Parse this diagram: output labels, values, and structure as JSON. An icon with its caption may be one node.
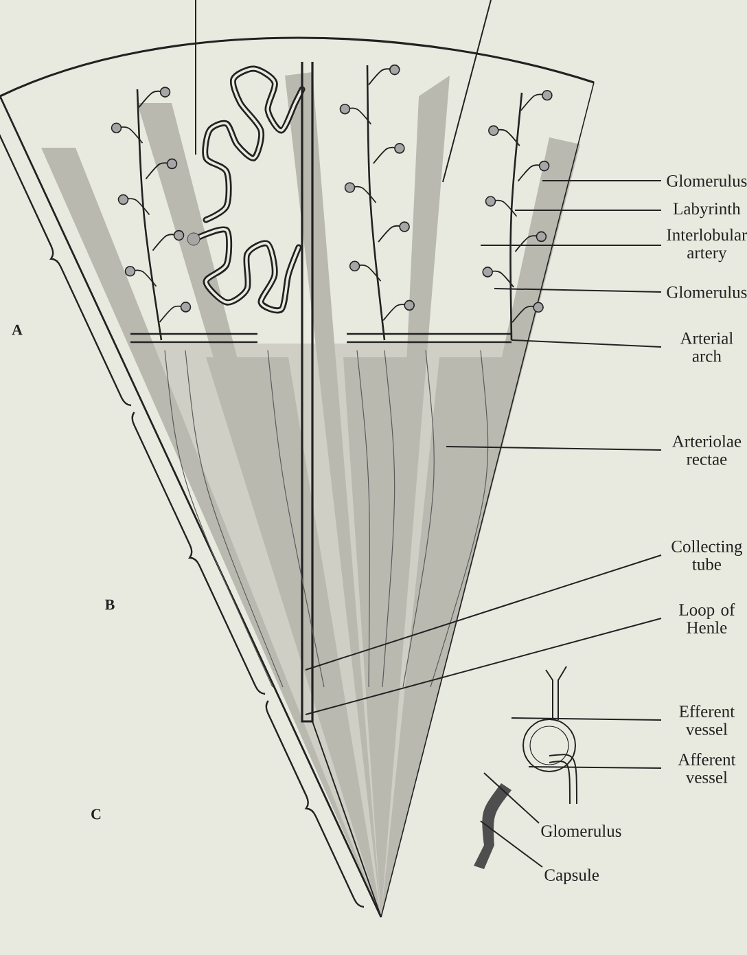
{
  "diagram": {
    "nodes": [
      {
        "text": [
          "Glomerulus"
        ]
      },
      {
        "text": [
          "Labyrinth"
        ]
      },
      {
        "text": [
          "Interlobular artery"
        ]
      },
      {
        "text": [
          "Glomerulus"
        ]
      },
      {
        "text": [
          "Arterial arch"
        ]
      },
      {
        "text": [
          "Arteriolae rectae"
        ]
      },
      {
        "text": [
          "Collecting tube"
        ]
      },
      {
        "text": [
          "Loop of Henle"
        ]
      },
      {
        "text": [
          "Efferent vessel"
        ]
      },
      {
        "text": [
          "Afferent vessel"
        ]
      },
      {
        "text": [
          "Glomerulus"
        ]
      },
      {
        "text": [
          "Capsule"
        ]
      }
    ],
    "edges": [
      {
        "from": 0,
        "to": null,
        "arrow": "none"
      },
      {
        "from": 1,
        "to": null,
        "arrow": "none"
      },
      {
        "from": 2,
        "to": null,
        "arrow": "none"
      },
      {
        "from": 3,
        "to": null,
        "arrow": "none"
      },
      {
        "from": 4,
        "to": null,
        "arrow": "none"
      },
      {
        "from": 5,
        "to": null,
        "arrow": "none"
      },
      {
        "from": 6,
        "to": null,
        "arrow": "none"
      },
      {
        "from": 7,
        "to": null,
        "arrow": "none"
      },
      {
        "from": 8,
        "to": null,
        "arrow": "none"
      },
      {
        "from": 9,
        "to": null,
        "arrow": "none"
      },
      {
        "from": 10,
        "to": null,
        "arrow": "none"
      },
      {
        "from": 11,
        "to": null,
        "arrow": "none"
      }
    ],
    "labels": [
      "A",
      "B",
      "C"
    ]
  }
}
